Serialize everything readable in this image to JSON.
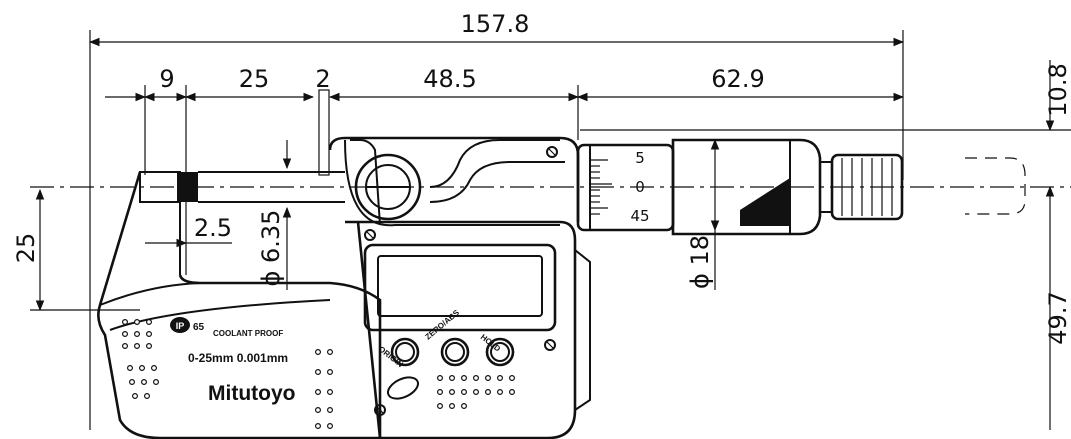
{
  "dimensions": {
    "overall_length": "157.8",
    "anvil_length": "9",
    "range": "25",
    "spindle_offset": "2",
    "frame_width": "48.5",
    "sleeve_length": "62.9",
    "top_height": "10.8",
    "throat_depth": "25",
    "spindle_gap": "2.5",
    "spindle_diameter": "ϕ 6.35",
    "thimble_diameter": "ϕ 18",
    "bottom_height": "49.7"
  },
  "thimble_scale": {
    "upper": "5",
    "zero": "0",
    "lower": "45"
  },
  "frame_labels": {
    "ip_mark": "IP",
    "ip_rating": "65",
    "coolant_proof": "COOLANT PROOF",
    "spec": "0-25mm  0.001mm",
    "brand": "Mitutoyo"
  },
  "buttons": {
    "origin": "ORIGIN",
    "zero_abs": "ZERO/ABS",
    "hold": "HOLD"
  }
}
